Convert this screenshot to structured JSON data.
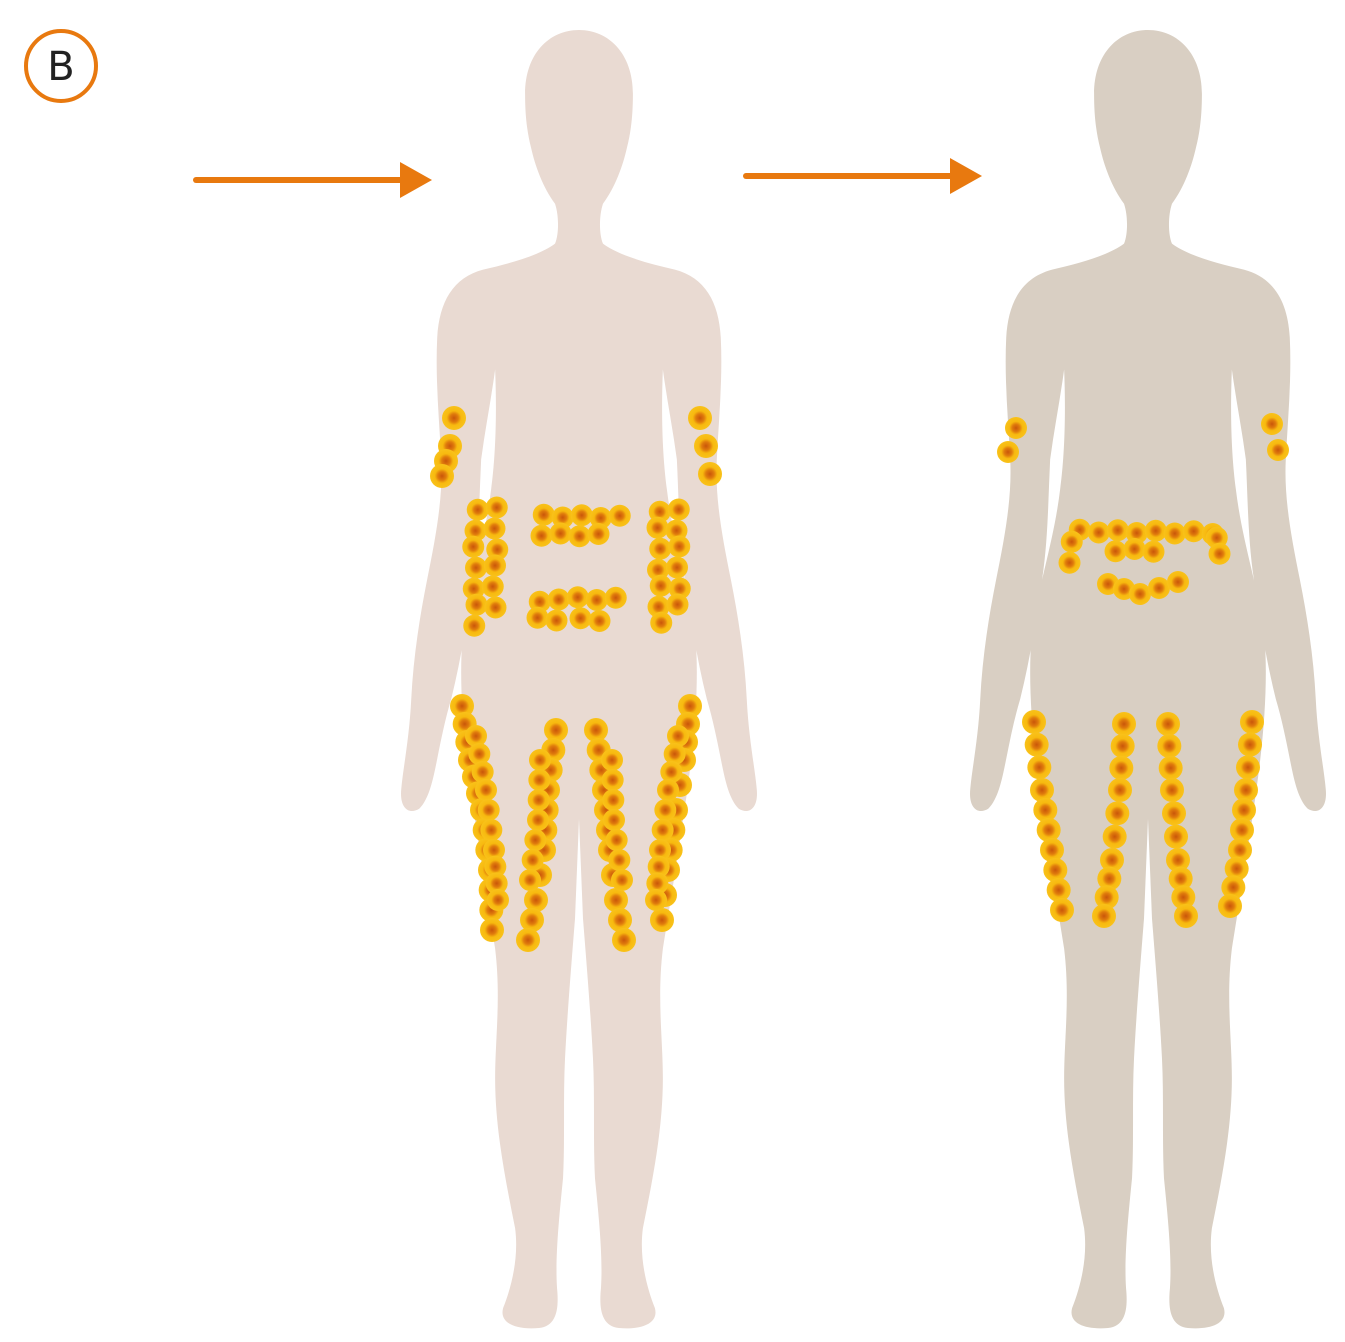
{
  "panel_label": "B",
  "colors": {
    "accent": "#E8790F",
    "front_silhouette": "#E9DAD2",
    "back_silhouette": "#D9CFC3",
    "fat_cell_fill": "#F7B90F",
    "fat_cell_nucleus": "#D4620A"
  },
  "figures": [
    {
      "view": "front",
      "fat_sites": [
        "upper-arm-left",
        "upper-arm-right",
        "abdomen",
        "flank-left",
        "flank-right",
        "outer-thigh-left",
        "outer-thigh-right",
        "inner-thigh-left",
        "inner-thigh-right"
      ]
    },
    {
      "view": "back",
      "fat_sites": [
        "upper-arm-left",
        "upper-arm-right",
        "lower-back",
        "buttocks-line",
        "outer-thigh-left",
        "outer-thigh-right",
        "inner-thigh-left",
        "inner-thigh-right"
      ]
    }
  ],
  "arrows": [
    {
      "points_to": "front-figure"
    },
    {
      "points_to": "back-figure"
    }
  ]
}
